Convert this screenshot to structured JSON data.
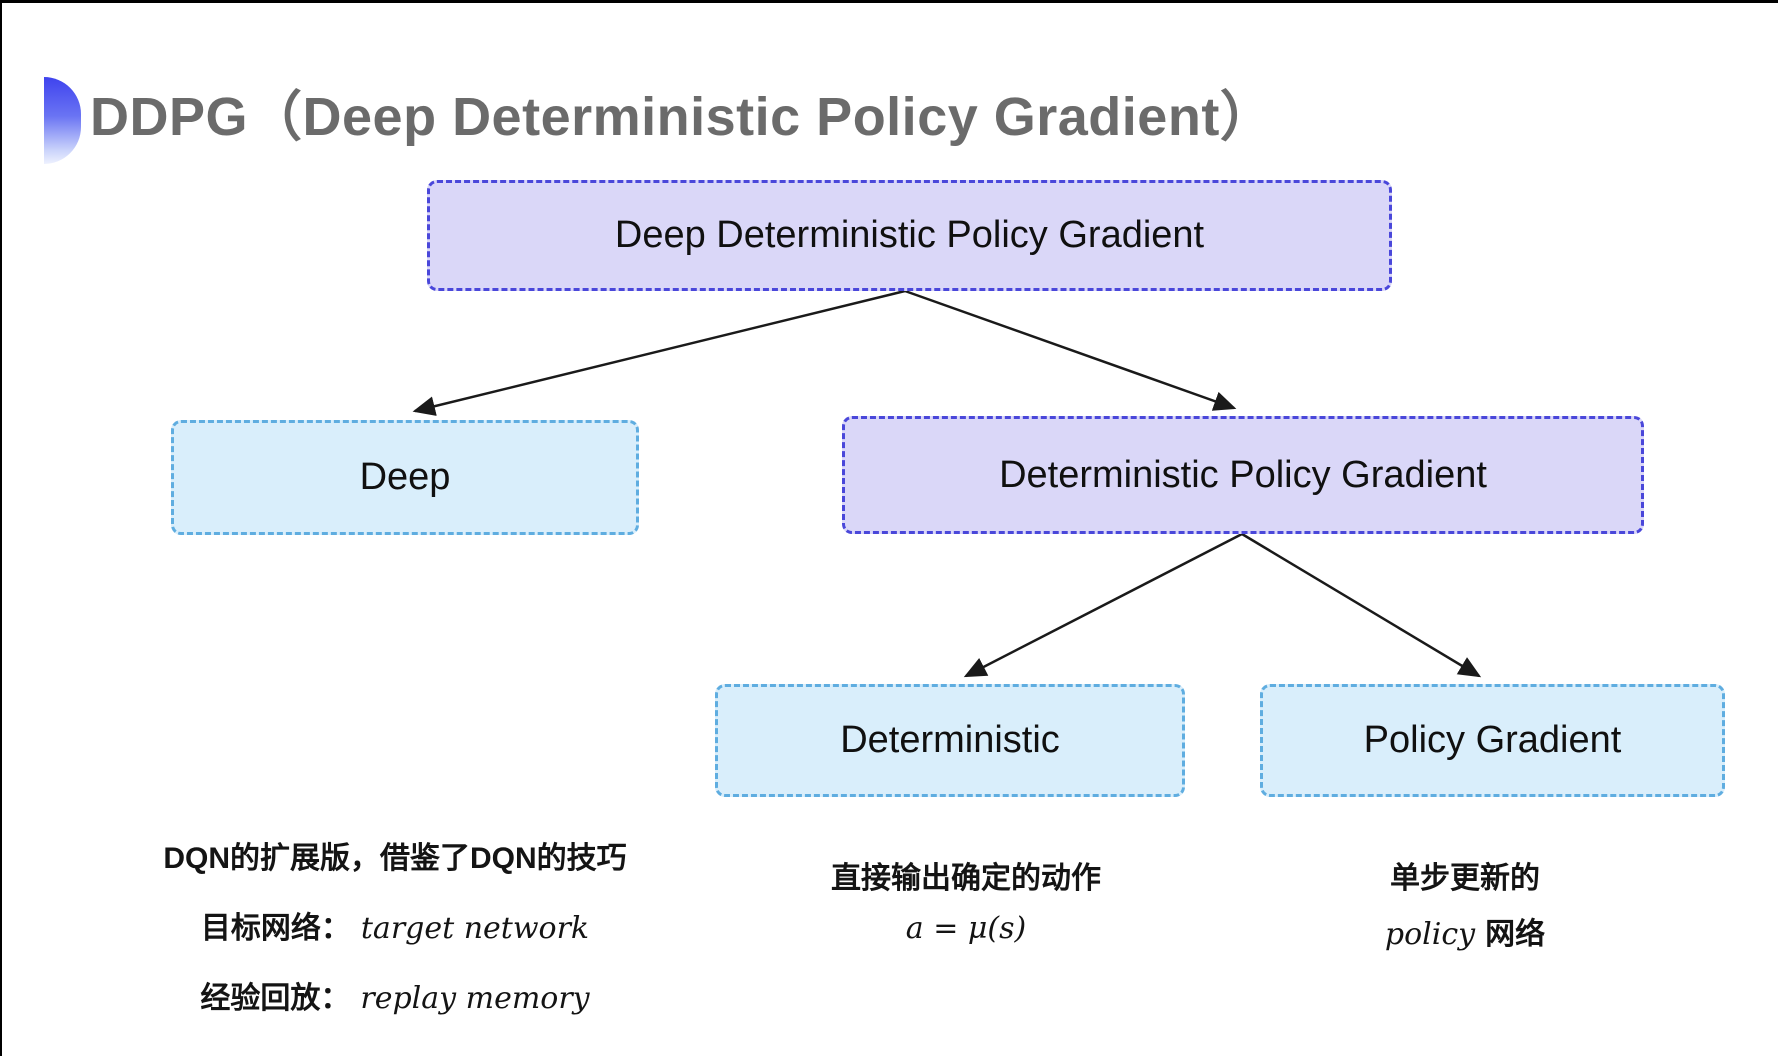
{
  "title": {
    "text": "DDPG（Deep Deterministic Policy Gradient）",
    "color": "#6b6b6b"
  },
  "bullet_icon": {
    "gradient_top": "#3f43ee",
    "gradient_bottom": "#eef1fe"
  },
  "tree": {
    "root": {
      "label": "Deep Deterministic Policy Gradient",
      "variant": "purple"
    },
    "children": [
      {
        "label": "Deep",
        "variant": "cyan"
      },
      {
        "label": "Deterministic Policy Gradient",
        "variant": "purple"
      }
    ],
    "grandchildren": [
      {
        "label": "Deterministic",
        "variant": "cyan"
      },
      {
        "label": "Policy Gradient",
        "variant": "cyan"
      }
    ]
  },
  "colors": {
    "purple_fill": "#dad7f8",
    "purple_border": "#4a47da",
    "cyan_fill": "#d9eefb",
    "cyan_border": "#5fade0",
    "arrow": "#1a1a1a",
    "frame_edge": "#000000"
  },
  "annotations": {
    "deep": {
      "line1": "DQN的扩展版，借鉴了DQN的技巧",
      "line2_zh": "目标网络：",
      "line2_en": "target network",
      "line3_zh": "经验回放：",
      "line3_en": "replay memory"
    },
    "deterministic": {
      "line1": "直接输出确定的动作",
      "formula": "a = μ(s)"
    },
    "policy_gradient": {
      "line1": "单步更新的",
      "line2_en": "policy",
      "line2_zh": "网络"
    }
  }
}
